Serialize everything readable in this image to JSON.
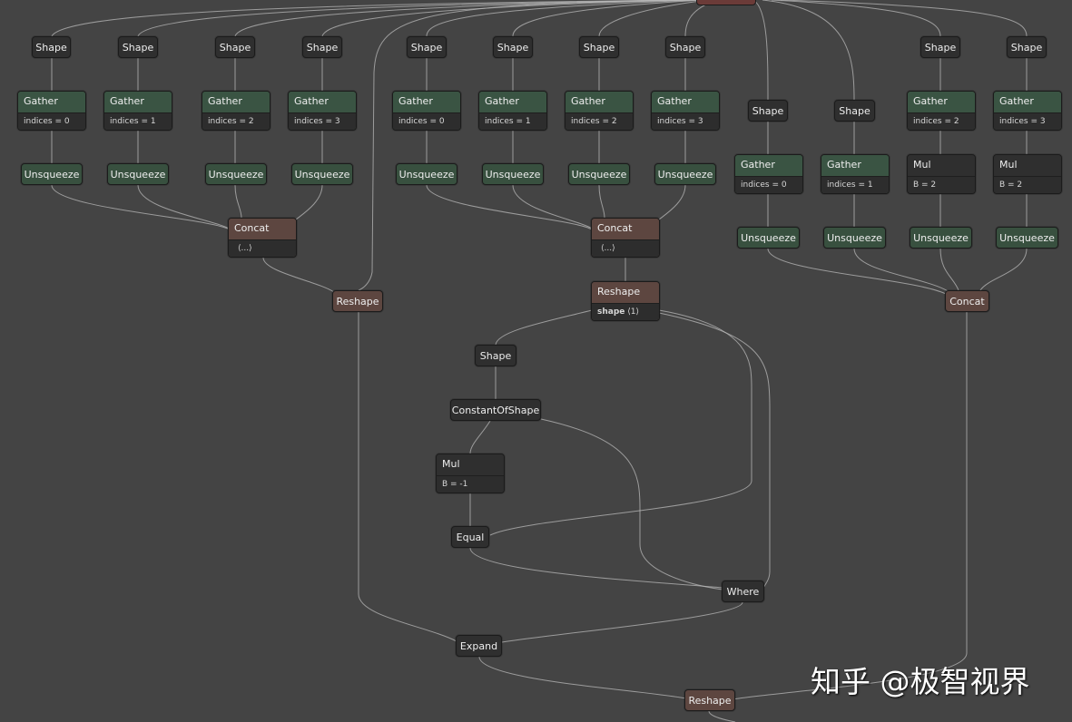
{
  "labels": {
    "shape": "Shape",
    "gather": "Gather",
    "unsqueeze": "Unsqueeze",
    "concat": "Concat",
    "reshape": "Reshape",
    "mul": "Mul",
    "constant_of_shape": "ConstantOfShape",
    "equal": "Equal",
    "where": "Where",
    "expand": "Expand"
  },
  "attrs": {
    "i0": "indices = 0",
    "i1": "indices = 1",
    "i2": "indices = 2",
    "i3": "indices = 3",
    "b2": "B = 2",
    "bneg1": "B = -1",
    "ellipsis": "⟨...⟩",
    "shape_key": "shape",
    "shape_val": " ⟨1⟩"
  },
  "colors": {
    "background": "#444444",
    "green_node": "#38503f",
    "brown_node": "#5d4640",
    "dark_node": "#2f2f2f",
    "edge": "#b9b9b9"
  },
  "watermark": "知乎 @极智视界"
}
